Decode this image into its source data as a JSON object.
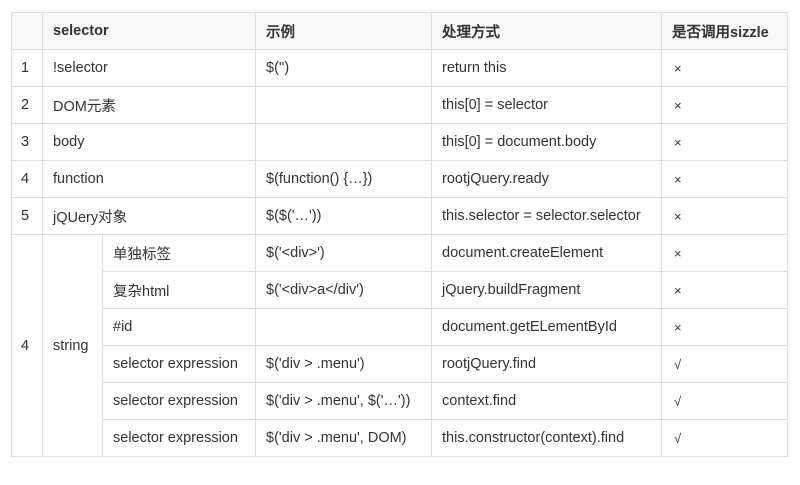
{
  "table": {
    "headers": [
      "",
      "selector",
      "示例",
      "处理方式",
      "是否调用sizzle"
    ],
    "rows": [
      {
        "num": "1",
        "selector": "!selector",
        "example": "$('')",
        "handling": "return this",
        "sizzle": "×"
      },
      {
        "num": "2",
        "selector": "DOM元素",
        "example": "",
        "handling": "this[0] = selector",
        "sizzle": "×"
      },
      {
        "num": "3",
        "selector": "body",
        "example": "",
        "handling": "this[0] = document.body",
        "sizzle": "×"
      },
      {
        "num": "4",
        "selector": "function",
        "example": "$(function() {…})",
        "handling": "rootjQuery.ready",
        "sizzle": "×"
      },
      {
        "num": "5",
        "selector": "jQUery对象",
        "example": "$($('…'))",
        "handling": "this.selector = selector.selector",
        "sizzle": "×"
      }
    ],
    "string_group": {
      "num": "4",
      "selector": "string",
      "rows": [
        {
          "sub": "单独标签",
          "example": "$('<div>')",
          "handling": "document.createElement",
          "sizzle": "×"
        },
        {
          "sub": "复杂html",
          "example": "$('<div>a</div')",
          "handling": "jQuery.buildFragment",
          "sizzle": "×"
        },
        {
          "sub": "#id",
          "example": "",
          "handling": "document.getELementById",
          "sizzle": "×"
        },
        {
          "sub": "selector expression",
          "example": "$('div > .menu')",
          "handling": "rootjQuery.find",
          "sizzle": "√"
        },
        {
          "sub": "selector expression",
          "example": "$('div > .menu', $('…'))",
          "handling": "context.find",
          "sizzle": "√"
        },
        {
          "sub": "selector expression",
          "example": "$('div > .menu', DOM)",
          "handling": "this.constructor(context).find",
          "sizzle": "√"
        }
      ]
    }
  }
}
